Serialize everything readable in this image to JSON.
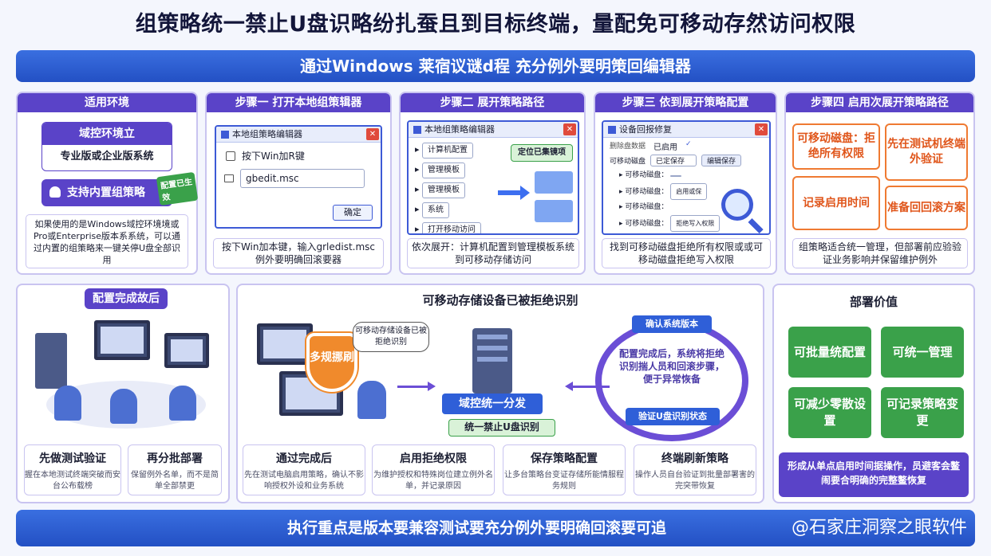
{
  "title": "组策略统一禁止U盘识略纷扎蚕且到目标终端，量配免可移动存然访问权限",
  "banner": "通过Windows 莱宿议谜d程 充分例外要明策回编辑器",
  "env": {
    "header": "适用环境",
    "box1_line1": "域控环境立",
    "box1_line2": "专业版或企业版系统",
    "box2": "支持内置组策略",
    "tag": "配置已生效",
    "desc": "如果使用的是Windows域控环境境或Pro或Enterprise版本系系统，可以通过内置的组策略来一键关停U盘全部识用"
  },
  "step1": {
    "header": "步骤一  打开本地组策辑器",
    "win_title": "本地组策略编辑器",
    "line1": "按下Win加R键",
    "input": "gbedit.msc",
    "ok": "确定",
    "caption": "按下Win加本键，输入grledist.msc例外要明确回滚要器"
  },
  "step2": {
    "header": "步骤二  展开策略路径",
    "win_title": "本地组策略编辑器",
    "items": [
      "计算机配置",
      "管理模板",
      "管理模板",
      "系统",
      "打开移动访问"
    ],
    "callout": "定位已集镜项",
    "caption": "依次展开：计算机配置到管理模板系统到可移动存储访问"
  },
  "step3": {
    "header": "步骤三  依到展开策略配置",
    "win_title": "设备回报修复",
    "row_top_a": "删除盘数据",
    "row_top_b": "已启用",
    "row1_label": "可移动磁盘",
    "row1_val": "已定保存",
    "row1_btn": "编辑保存",
    "rows": [
      "可移动磁盘：",
      "可移动磁盘：",
      "可移动磁盘：",
      "可移动磁盘："
    ],
    "row_vals": [
      "",
      "启用或保",
      "",
      "拒绝写入权限"
    ],
    "caption": "找到可移动磁盘拒绝所有权限或或可移动磁盘拒绝写入权限"
  },
  "step4": {
    "header": "步骤四  启用次展开策略路径",
    "boxes": [
      "可移动磁盘：拒绝所有权限",
      "先在测试机终端外验证",
      "记录启用时间",
      "准备回回滚方案"
    ],
    "caption": "组策略适合统一管理，但部署前应验验证业务影响并保留维护例外"
  },
  "after": {
    "header": "配置完成故后"
  },
  "center": {
    "title": "可移动存储设备已被拒绝识别",
    "bubble": "可移动存储设备已被拒绝识别",
    "shield": "多规挪刷",
    "server_label": "域控统一分发",
    "green_label": "统一禁止U盘识别",
    "cycle_top": "确认系统版本",
    "cycle_bottom": "验证U盘识别状态",
    "cycle_text": "配置完成后，系统将拒绝识别揣人员和回滚步骤，便于异常恢备"
  },
  "value": {
    "header": "部署价值",
    "items": [
      "可批量统配置",
      "可统一管理",
      "可减少零散设置",
      "可记录策略变更"
    ],
    "footer": "形成从单点启用时间据操作，员避客会鳌闹要合明确的完整鳌恢复"
  },
  "bottom_row": [
    {
      "t": "先做测试验证",
      "d": "握在本地测试终端突破而安台公布载榜"
    },
    {
      "t": "再分批部署",
      "d": "保留例外名单，而不是简单全部禁更"
    },
    {
      "t": "通过完成后",
      "d": "先在测试电脑启用策略，确认不影响授权外设和业务系统"
    },
    {
      "t": "启用拒绝权限",
      "d": "为维护授权和特殊岗位建立例外名单，并记录原因"
    },
    {
      "t": "保存策略配置",
      "d": "让多台策略台变证存储所能情服程务规则"
    },
    {
      "t": "终端刷新策略",
      "d": "操作人员自台验证到批量部署害的完突带恢复"
    }
  ],
  "footer": {
    "text": "执行重点是版本要兼容测试要充分例外要明确回滚要可追",
    "watermark": "@石家庄洞察之眼软件"
  },
  "colors": {
    "accent": "#5a43c8",
    "banner": "#2f5fd8",
    "orange": "#ef7a32",
    "green": "#3aa14a"
  }
}
